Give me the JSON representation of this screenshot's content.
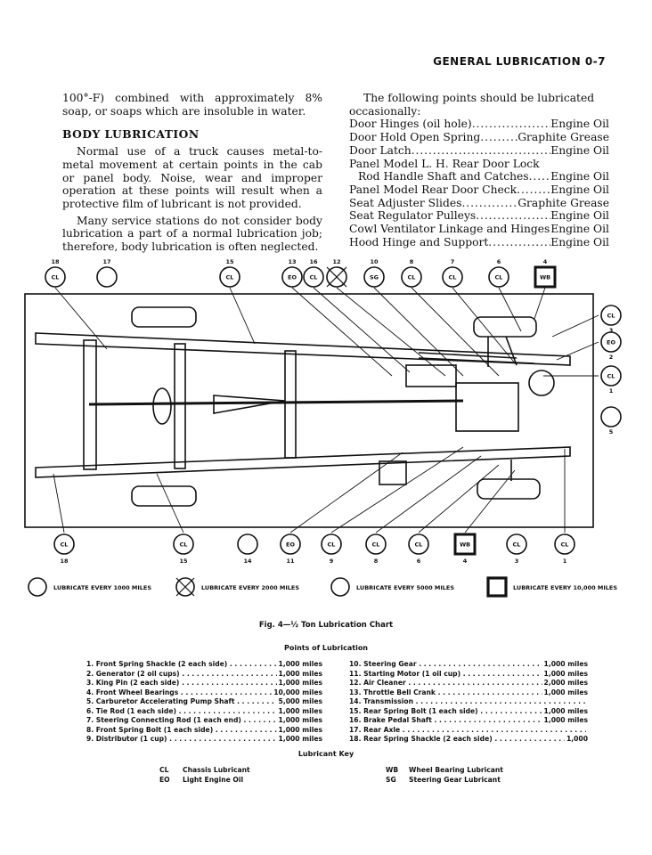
{
  "header": "GENERAL LUBRICATION 0-7",
  "left_column": {
    "para0": "100°-F) combined with approximately 8% soap, or soaps which are insoluble in water.",
    "heading": "BODY LUBRICATION",
    "para1": "Normal use of a truck causes metal-to-metal movement at certain points in the cab or panel body. Noise, wear and improper operation at these points will result when a protective film of lubricant is not provided.",
    "para2": "Many service stations do not consider body lubrication a part of a normal lubrication job; therefore, body lubrication is often neglected."
  },
  "right_column": {
    "intro": "The following points should be lubricated occasionally:",
    "items": [
      {
        "name": "Door Hinges (oil hole)",
        "value": "Engine Oil"
      },
      {
        "name": "Door Hold Open Spring",
        "value": "Graphite Grease"
      },
      {
        "name": "Door Latch",
        "value": "Engine Oil"
      },
      {
        "name": "Panel Model L. H. Rear Door Lock",
        "value": ""
      },
      {
        "name": "Rod Handle Shaft and Catches",
        "value": "Engine Oil"
      },
      {
        "name": "Panel Model Rear Door Check",
        "value": "Engine Oil"
      },
      {
        "name": "Seat Adjuster Slides",
        "value": "Graphite Grease"
      },
      {
        "name": "Seat Regulator Pulleys",
        "value": "Engine Oil"
      },
      {
        "name": "Cowl Ventilator Linkage and Hinges",
        "value": "Engine Oil"
      },
      {
        "name": "Hood Hinge and Support",
        "value": "Engine Oil"
      }
    ]
  },
  "diagram": {
    "top_markers": [
      {
        "num": "18",
        "code": "CL",
        "type": "circle"
      },
      {
        "num": "17",
        "code": "",
        "type": "circle"
      },
      {
        "num": "15",
        "code": "CL",
        "type": "circle"
      },
      {
        "num": "13",
        "code": "EO",
        "type": "circle"
      },
      {
        "num": "16",
        "code": "CL",
        "type": "circle"
      },
      {
        "num": "12",
        "code": "",
        "type": "crossed"
      },
      {
        "num": "10",
        "code": "SG",
        "type": "circle"
      },
      {
        "num": "8",
        "code": "CL",
        "type": "circle"
      },
      {
        "num": "7",
        "code": "CL",
        "type": "circle"
      },
      {
        "num": "6",
        "code": "CL",
        "type": "circle"
      },
      {
        "num": "4",
        "code": "WB",
        "type": "square"
      }
    ],
    "right_markers": [
      {
        "num": "3",
        "code": "CL",
        "type": "circle"
      },
      {
        "num": "2",
        "code": "EO",
        "type": "circle"
      },
      {
        "num": "1",
        "code": "CL",
        "type": "circle"
      },
      {
        "num": "5",
        "code": "",
        "type": "circle"
      }
    ],
    "bottom_markers": [
      {
        "num": "18",
        "code": "CL",
        "type": "circle"
      },
      {
        "num": "15",
        "code": "CL",
        "type": "circle"
      },
      {
        "num": "14",
        "code": "",
        "type": "circle"
      },
      {
        "num": "11",
        "code": "EO",
        "type": "circle"
      },
      {
        "num": "9",
        "code": "CL",
        "type": "circle"
      },
      {
        "num": "8",
        "code": "CL",
        "type": "circle"
      },
      {
        "num": "6",
        "code": "CL",
        "type": "circle"
      },
      {
        "num": "4",
        "code": "WB",
        "type": "square"
      },
      {
        "num": "3",
        "code": "CL",
        "type": "circle"
      },
      {
        "num": "1",
        "code": "CL",
        "type": "circle"
      }
    ],
    "legend": [
      {
        "type": "circle",
        "label": "LUBRICATE EVERY 1000 MILES"
      },
      {
        "type": "crossed",
        "label": "LUBRICATE EVERY 2000 MILES"
      },
      {
        "type": "circle",
        "label": "LUBRICATE EVERY 5000 MILES"
      },
      {
        "type": "square",
        "label": "LUBRICATE EVERY 10,000 MILES"
      }
    ]
  },
  "figure_caption": "Fig. 4—½ Ton Lubrication Chart",
  "points_title": "Points of Lubrication",
  "points_left": [
    {
      "label": "1. Front Spring Shackle (2 each side)",
      "miles": "1,000 miles"
    },
    {
      "label": "2. Generator (2 oil cups)",
      "miles": "1,000 miles"
    },
    {
      "label": "3. King Pin (2 each side)",
      "miles": "1,000 miles"
    },
    {
      "label": "4. Front Wheel Bearings",
      "miles": "10,000 miles"
    },
    {
      "label": "5. Carburetor Accelerating Pump Shaft",
      "miles": "5,000 miles"
    },
    {
      "label": "6. Tie Rod (1 each side)",
      "miles": "1,000 miles"
    },
    {
      "label": "7. Steering Connecting Rod (1 each end)",
      "miles": "1,000 miles"
    },
    {
      "label": "8. Front Spring Bolt (1 each side)",
      "miles": "1,000 miles"
    },
    {
      "label": "9. Distributor (1 cup)",
      "miles": "1,000 miles"
    }
  ],
  "points_right": [
    {
      "label": "10. Steering Gear",
      "miles": "1,000 miles"
    },
    {
      "label": "11. Starting Motor (1 oil cup)",
      "miles": "1,000 miles"
    },
    {
      "label": "12. Air Cleaner",
      "miles": "2,000 miles"
    },
    {
      "label": "13. Throttle Bell Crank",
      "miles": "1,000 miles"
    },
    {
      "label": "14. Transmission",
      "miles": ""
    },
    {
      "label": "15. Rear Spring Bolt (1 each side)",
      "miles": "1,000 miles"
    },
    {
      "label": "16. Brake Pedal Shaft",
      "miles": "1,000 miles"
    },
    {
      "label": "17. Rear Axle",
      "miles": ""
    },
    {
      "label": "18. Rear Spring Shackle (2 each side)",
      "miles": "1,000"
    }
  ],
  "key_title": "Lubricant Key",
  "key_left": [
    {
      "code": "CL",
      "name": "Chassis Lubricant"
    },
    {
      "code": "EO",
      "name": "Light Engine Oil"
    }
  ],
  "key_right": [
    {
      "code": "WB",
      "name": "Wheel Bearing Lubricant"
    },
    {
      "code": "SG",
      "name": "Steering Gear Lubricant"
    }
  ]
}
